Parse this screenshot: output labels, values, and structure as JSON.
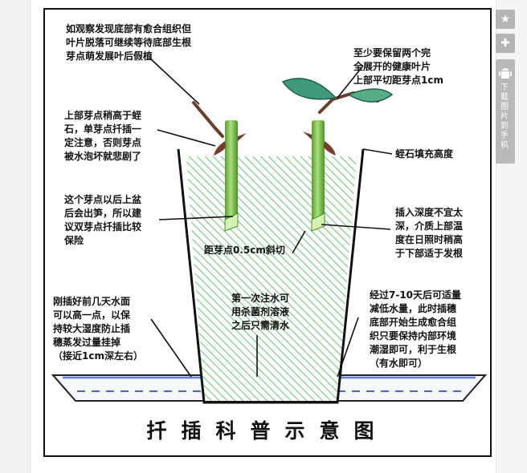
{
  "title": "扦插科普示意图",
  "labels": {
    "top_left": "如观察发现底部有愈合组织但\n叶片脱落可继续等待底部生根\n芽点萌发展叶后假植",
    "top_right": "至少要保留两个完\n全展开的健康叶片\n上部平切距芽点1cm",
    "left_bud": "上部芽点稍高于蛭\n石，单芽点扦插一\n定注意，否则芽点\n被水泡坏就悲剧了",
    "fill": "蛭石填充高度",
    "left_shoot": "这个芽点以后上盆\n后会出笋，所以建\n议双芽点扦插比较\n保险",
    "right_depth": "插入深度不宜太\n深，介质上部温\n度在日照时稍高\n于下部适于发根",
    "cut": "距芽点0.5cm斜切",
    "center_water": "第一次注水可\n用杀菌剂溶液\n之后只需清水",
    "left_water": "刚插好前几天水面\n可以高一点，以保\n持较大湿度防止插\n穗蒸发过量挂掉\n（接近1cm深左右）",
    "right_water": "经过7-10天后可适量\n减低水量，此时插穗\n底部开始生成愈合组\n织只要保持内部环境\n潮湿即可，利于生根\n（有水即可）"
  },
  "toolbar": {
    "star_icon": "star-icon",
    "plus_icon": "plus-icon",
    "android_icon": "android-icon",
    "download_text": "下载图片到手机"
  },
  "colors": {
    "stem": "#8fd15a",
    "stem_dark": "#4e8f2c",
    "hatch": "#5fc46a",
    "water": "#5b6bd8",
    "leaf": "#3f9a7c",
    "twig": "#6b3d2a"
  }
}
